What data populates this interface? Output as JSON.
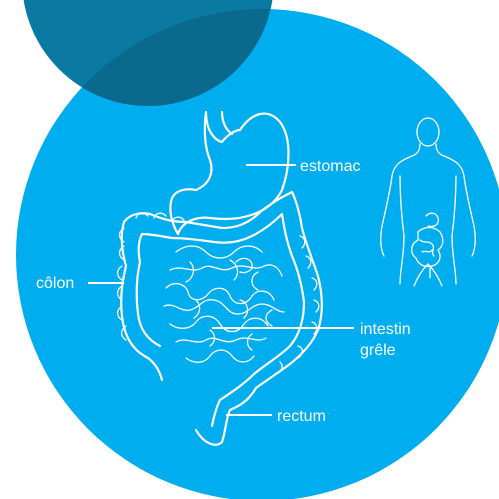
{
  "colors": {
    "background": "#ffffff",
    "main_circle": "#00adef",
    "dark_circle": "#0b7aa3",
    "overlap": "#0a6a8d",
    "line_art": "#ffffff"
  },
  "labels": {
    "stomach": "estomac",
    "colon": "côlon",
    "small_intestine_line1": "intestin",
    "small_intestine_line2": "grêle",
    "rectum": "rectum"
  }
}
